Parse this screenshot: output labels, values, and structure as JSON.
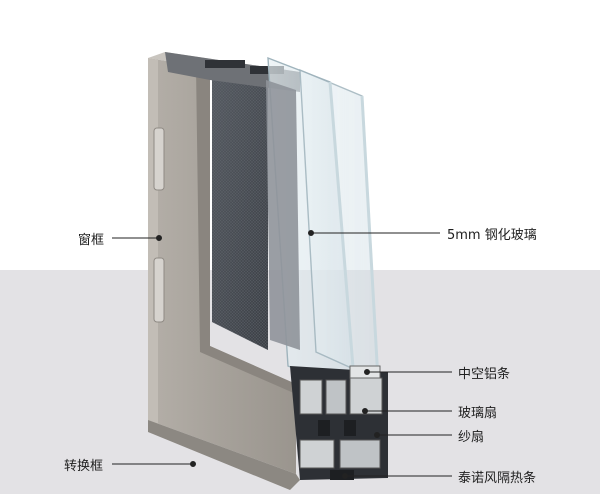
{
  "labels": {
    "window_frame": "窗框",
    "tempered_glass": "5mm 钢化玻璃",
    "hollow_aluminum_strip": "中空铝条",
    "glass_sash": "玻璃扇",
    "screen_sash": "纱扇",
    "conversion_frame": "转换框",
    "thermal_break_strip": "泰诺风隔热条"
  },
  "colors": {
    "background_top": "#ffffff",
    "background_bottom": "#e3e2e5",
    "frame_face": "#a8a39c",
    "frame_edge": "#8e8a84",
    "screen_mesh": "#4a4f55",
    "glass": "#dfe9ee",
    "profile_dark": "#2d3035",
    "profile_metal": "#cfd2d4",
    "leader_line": "#222222"
  }
}
